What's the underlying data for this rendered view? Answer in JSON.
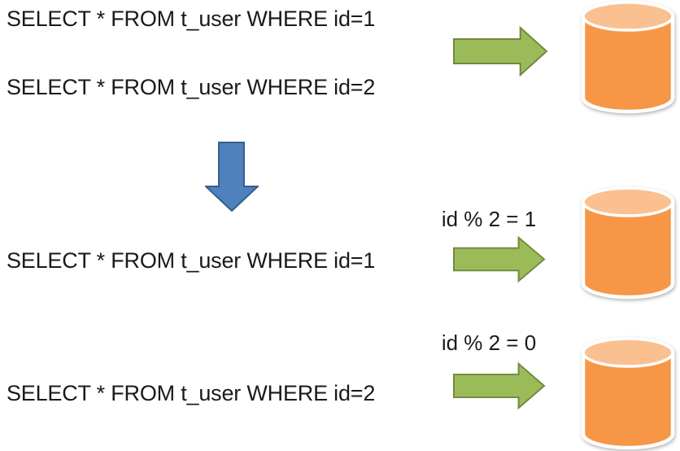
{
  "colors": {
    "background": "#FFFFFF",
    "text": "#1A1A1A",
    "arrow_green_fill": "#9BBB59",
    "arrow_green_border": "#71893F",
    "arrow_blue_fill": "#4F81BD",
    "arrow_blue_border": "#385D8A",
    "db_body": "#F79646",
    "db_top": "#FAC090",
    "db_outline": "#FFFFFF"
  },
  "before": {
    "query1": "SELECT * FROM t_user WHERE id=1",
    "query2": "SELECT * FROM t_user WHERE id=2"
  },
  "after": {
    "rows": [
      {
        "query": "SELECT * FROM t_user WHERE id=1",
        "shard_rule": "id % 2 = 1"
      },
      {
        "query": "SELECT * FROM t_user WHERE id=2",
        "shard_rule": "id % 2 = 0"
      }
    ]
  }
}
